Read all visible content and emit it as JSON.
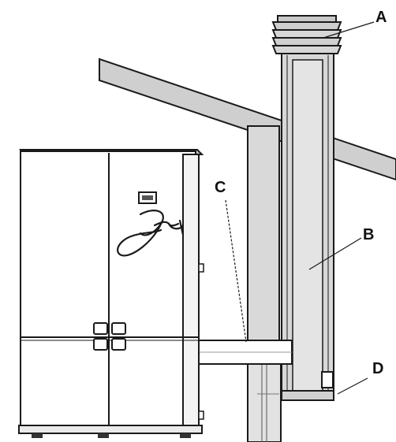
{
  "labels": {
    "a": "A",
    "b": "B",
    "c": "C",
    "d": "D"
  },
  "colors": {
    "line": "#1a1a1a",
    "fill_light": "#d8d8d8",
    "fill_mid": "#cfcfcf",
    "pipe_inner": "#e4e4e4",
    "background": "#ffffff"
  }
}
